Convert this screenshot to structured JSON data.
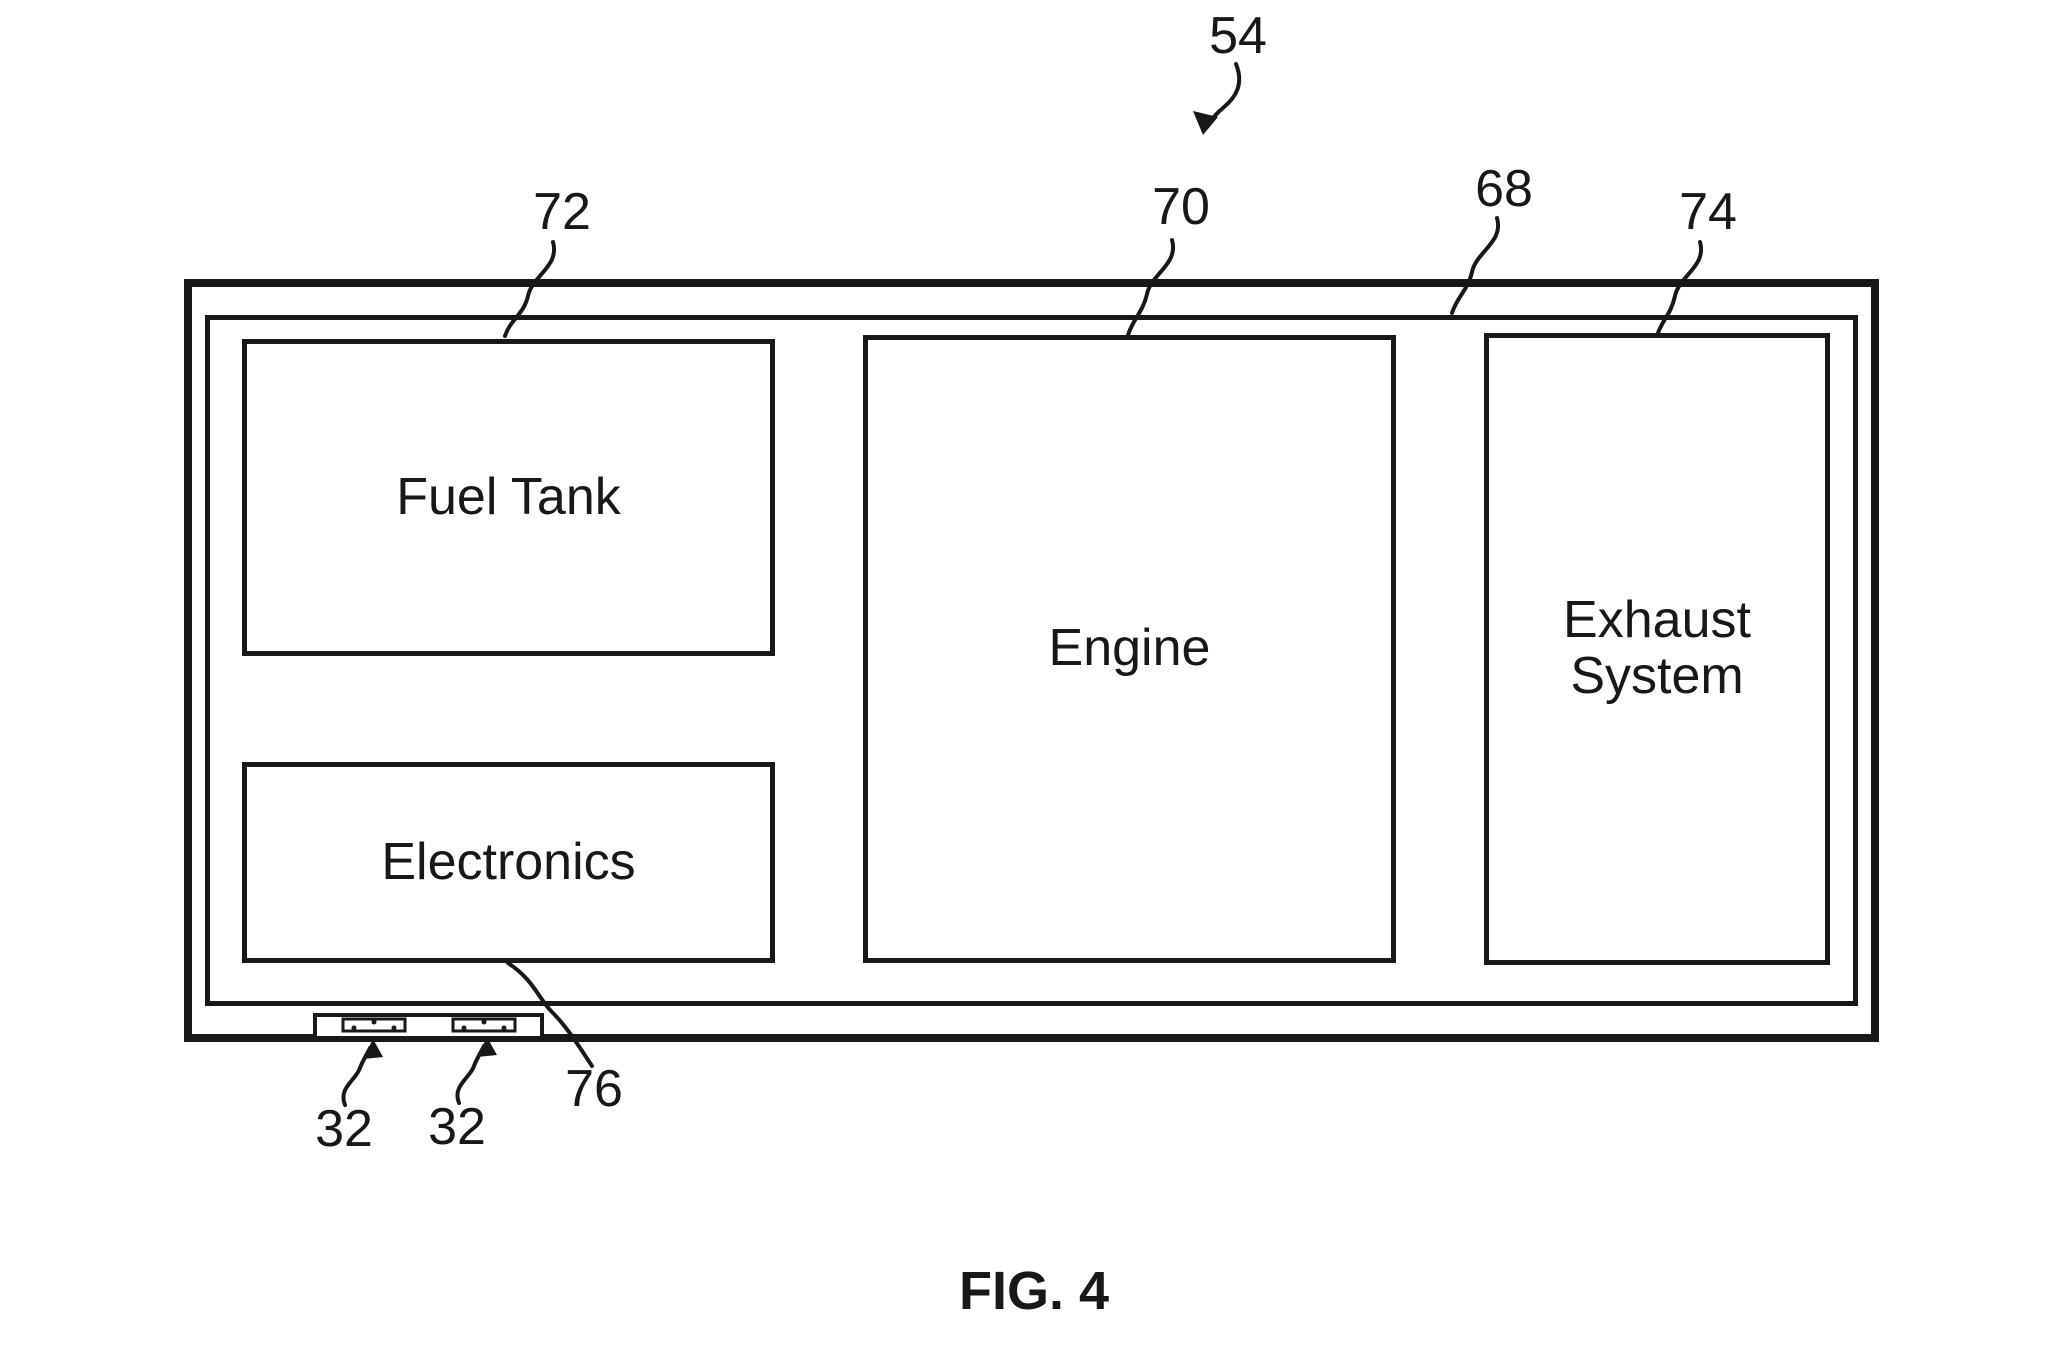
{
  "figure_caption": "FIG. 4",
  "references": {
    "assembly": "54",
    "frame": "68",
    "fuel_tank": "72",
    "engine": "70",
    "exhaust_system": "74",
    "electronics": "76",
    "connector_left": "32",
    "connector_right": "32"
  },
  "components": {
    "fuel_tank": {
      "label": "Fuel Tank"
    },
    "engine": {
      "label": "Engine"
    },
    "exhaust_system": {
      "label": "Exhaust System"
    },
    "electronics": {
      "label": "Electronics"
    }
  },
  "colors": {
    "line": "#181818",
    "background": "#ffffff"
  }
}
